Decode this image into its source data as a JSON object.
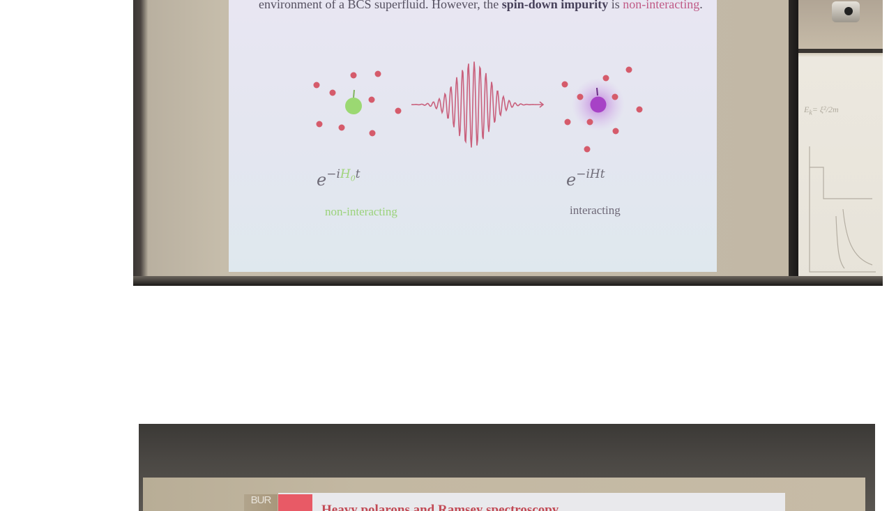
{
  "photo_top": {
    "slide_caption": {
      "part1": "environment of a BCS superfluid. However, the ",
      "bold": "spin-down impurity",
      "part2": " is ",
      "highlight": "non-interacting",
      "part3": "."
    },
    "left_formula": {
      "base": "e",
      "exp_prefix": "−i",
      "exp_H": "H",
      "exp_sub": "0",
      "exp_t": "t"
    },
    "left_label": "non-interacting",
    "right_formula": {
      "base": "e",
      "exp": "−iHt"
    },
    "right_label": "interacting",
    "colors": {
      "particle": "#d55b6b",
      "impurity_free": "#9bd872",
      "impurity_dressed": "#a742c6",
      "pulse": "#c9607c"
    }
  },
  "photo_bottom": {
    "logo_text": "BUR",
    "slide_title": "Heavy polarons and Ramsey spectroscopy"
  }
}
